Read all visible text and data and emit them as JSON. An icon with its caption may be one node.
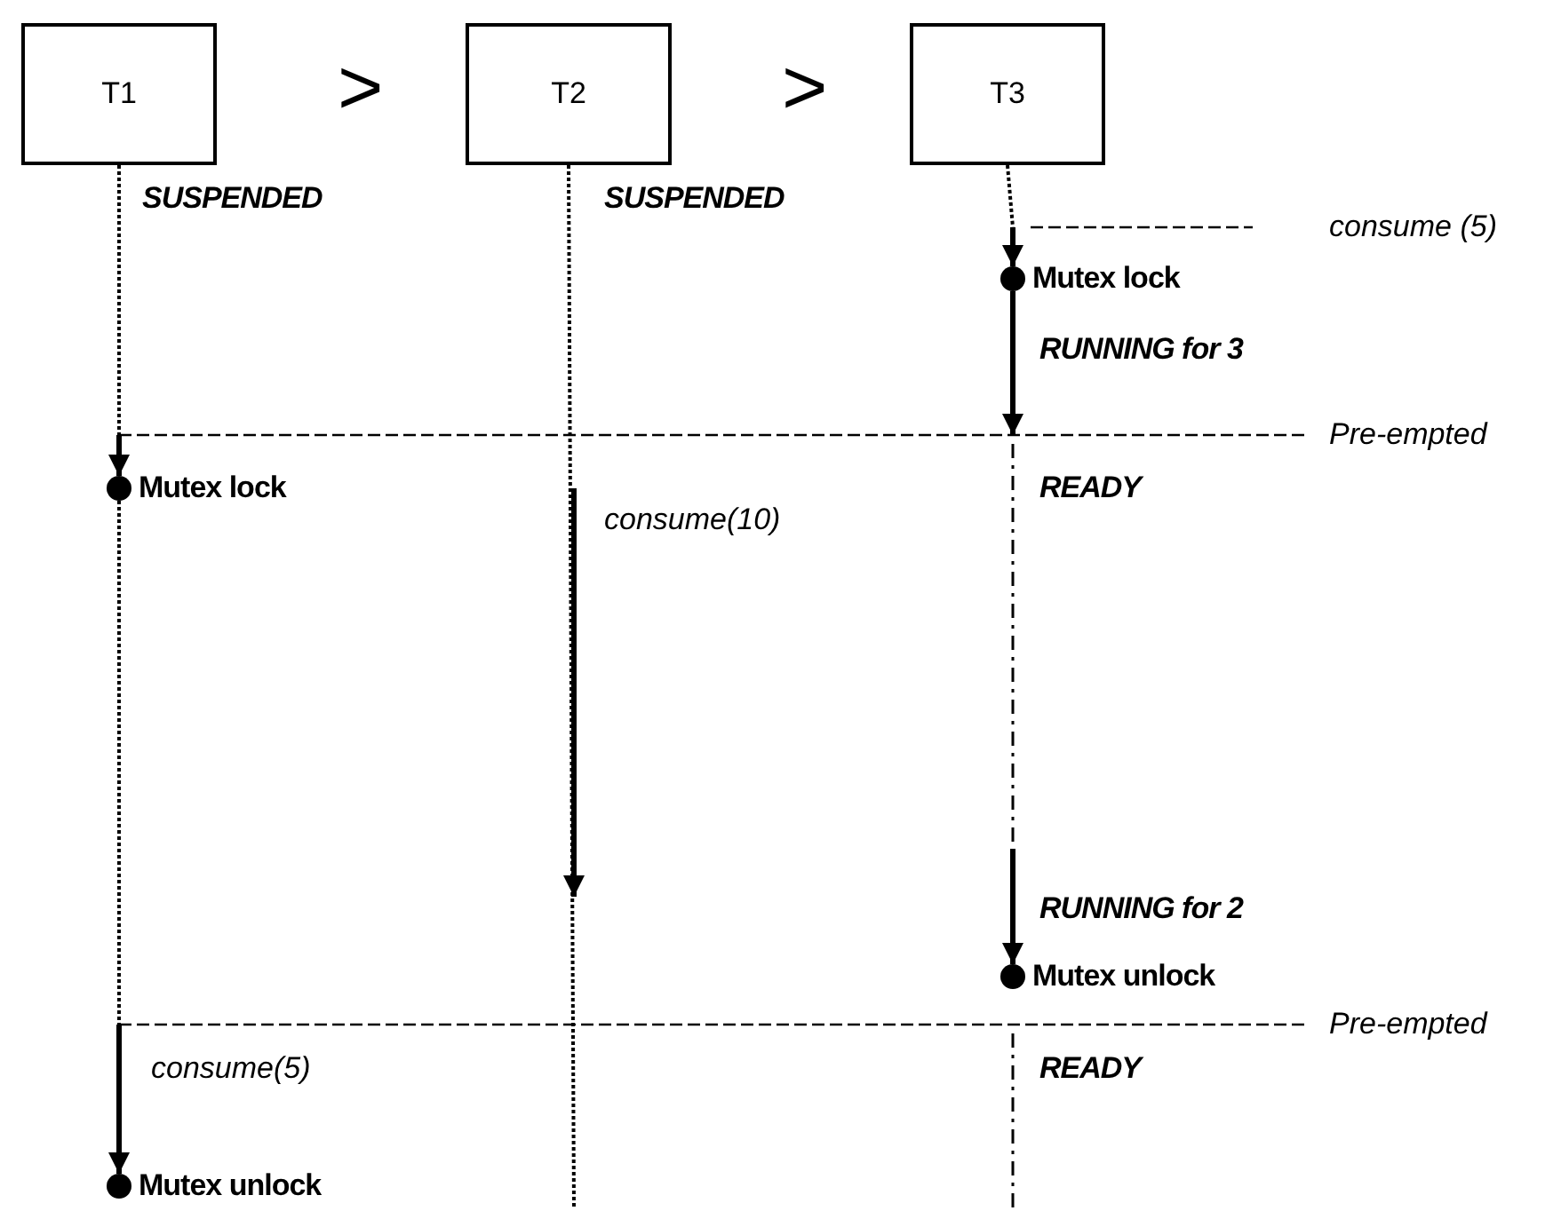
{
  "diagram": {
    "nodes": [
      {
        "text": [
          "T1"
        ]
      },
      {
        "text": [
          "T2"
        ]
      },
      {
        "text": [
          "T3"
        ]
      },
      {
        "text": [],
        "shape": "circle",
        "beside": [
          "Mutex lock"
        ]
      },
      {
        "text": [],
        "shape": "circle",
        "beside": [
          "Mutex lock"
        ]
      },
      {
        "text": [],
        "shape": "circle",
        "beside": [
          "Mutex unlock"
        ]
      },
      {
        "text": [],
        "shape": "circle",
        "beside": [
          "Mutex unlock"
        ]
      }
    ],
    "edges": [
      {
        "from": null,
        "to": 3,
        "arrow": "to"
      },
      {
        "from": 3,
        "to": null,
        "arrow": "to"
      },
      {
        "from": null,
        "to": 4,
        "arrow": "to"
      },
      {
        "from": null,
        "to": 5,
        "arrow": "to"
      },
      {
        "from": null,
        "to": 6,
        "arrow": "to"
      },
      {
        "from": 0,
        "to": null,
        "arrow": "none",
        "style": "dashed"
      },
      {
        "from": 4,
        "to": null,
        "arrow": "none",
        "style": "dashed"
      },
      {
        "from": 1,
        "to": null,
        "arrow": "none",
        "style": "dashed"
      },
      {
        "from": 2,
        "to": null,
        "arrow": "none",
        "style": "dashed"
      }
    ],
    "labels": [
      ">",
      ">",
      "SUSPENDED",
      "SUSPENDED",
      "consume (5)",
      "RUNNING for 3",
      "Pre-empted",
      "READY",
      "consume(10)",
      "RUNNING for 2",
      "Pre-empted",
      "consume(5)",
      "READY"
    ]
  }
}
